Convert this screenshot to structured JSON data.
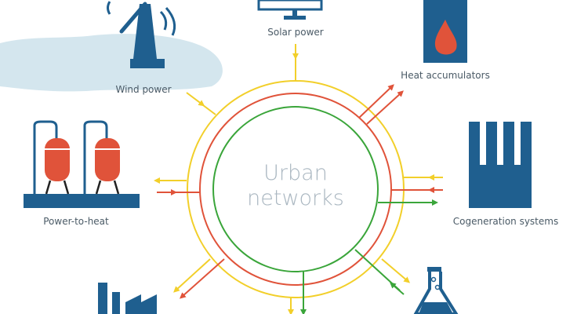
{
  "title": {
    "line1": "Urban",
    "line2": "networks"
  },
  "labels": {
    "solar": "Solar power",
    "wind": "Wind power",
    "heat_acc": "Heat accumulators",
    "p2h": "Power-to-heat",
    "cogen": "Cogeneration systems"
  },
  "colors": {
    "electricity": "#f2cf2a",
    "heat": "#e0533a",
    "gas": "#3aa53a",
    "icon": "#1f5f8f",
    "cloud": "#d4e6ee"
  }
}
